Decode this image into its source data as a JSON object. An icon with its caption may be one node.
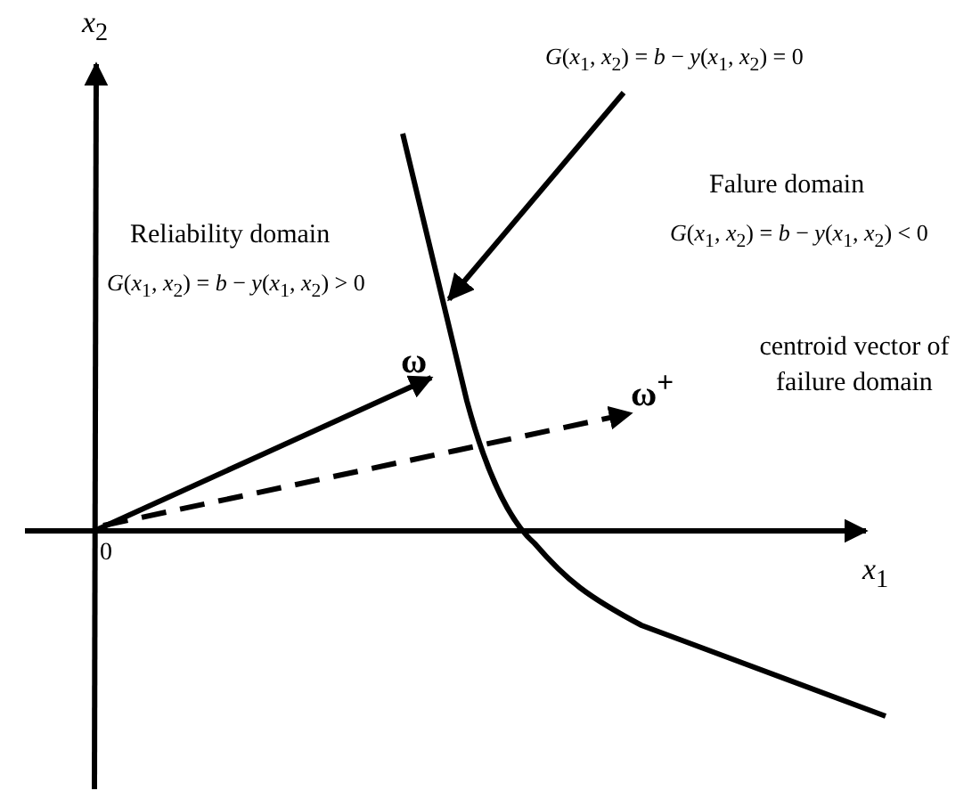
{
  "diagram": {
    "nodes": [
      {
        "text": [
          "*G*(*x*$_{1}$, *x*$_{2}$) = *b* − *y*(*x*$_{1}$, *x*$_{2}$) = 0"
        ]
      },
      {
        "text": [],
        "shape": "curve"
      }
    ],
    "edges": [
      {
        "from": 0,
        "to": 1,
        "arrow": "to"
      }
    ],
    "labels": [
      "*x*$_{2}$",
      "Reliability domain",
      "*G*(*x*$_{1}$, *x*$_{2}$) = *b* − *y*(*x*$_{1}$, *x*$_{2}$) > 0",
      "Falure domain",
      "*G*(*x*$_{1}$, *x*$_{2}$) = *b* − *y*(*x*$_{1}$, *x*$_{2}$) < 0",
      "ω",
      "centroid vector of failure domain",
      "ω$^{+}$",
      "0",
      "*x*$_{1}$"
    ]
  }
}
